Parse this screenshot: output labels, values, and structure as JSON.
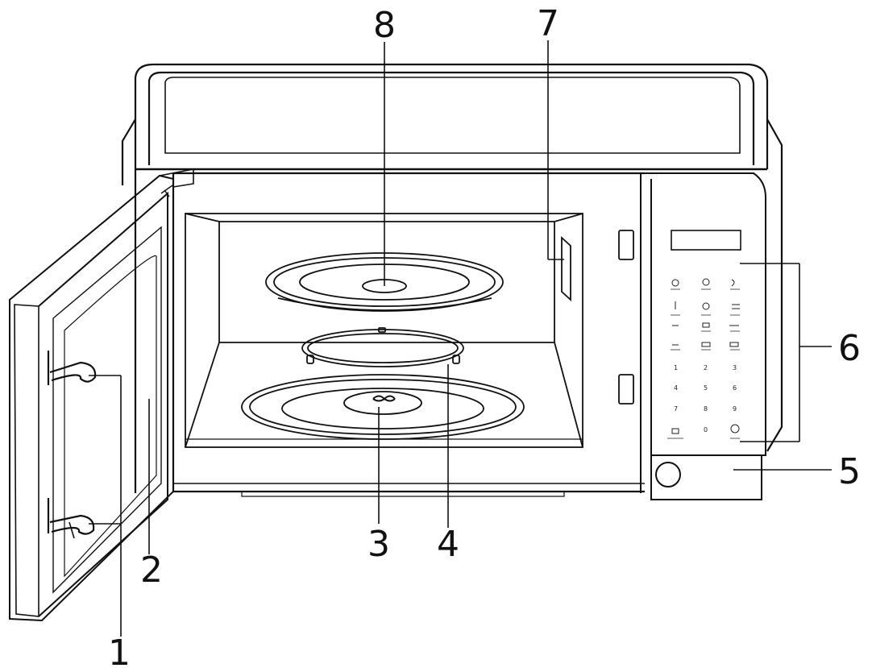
{
  "diagram": {
    "callouts": [
      {
        "id": "1",
        "label": "1"
      },
      {
        "id": "2",
        "label": "2"
      },
      {
        "id": "3",
        "label": "3"
      },
      {
        "id": "4",
        "label": "4"
      },
      {
        "id": "5",
        "label": "5"
      },
      {
        "id": "6",
        "label": "6"
      },
      {
        "id": "7",
        "label": "7"
      },
      {
        "id": "8",
        "label": "8"
      }
    ],
    "control_panel": {
      "display": "",
      "keypad_digits": [
        "1",
        "2",
        "3",
        "4",
        "5",
        "6",
        "7",
        "8",
        "9",
        "0"
      ]
    }
  }
}
